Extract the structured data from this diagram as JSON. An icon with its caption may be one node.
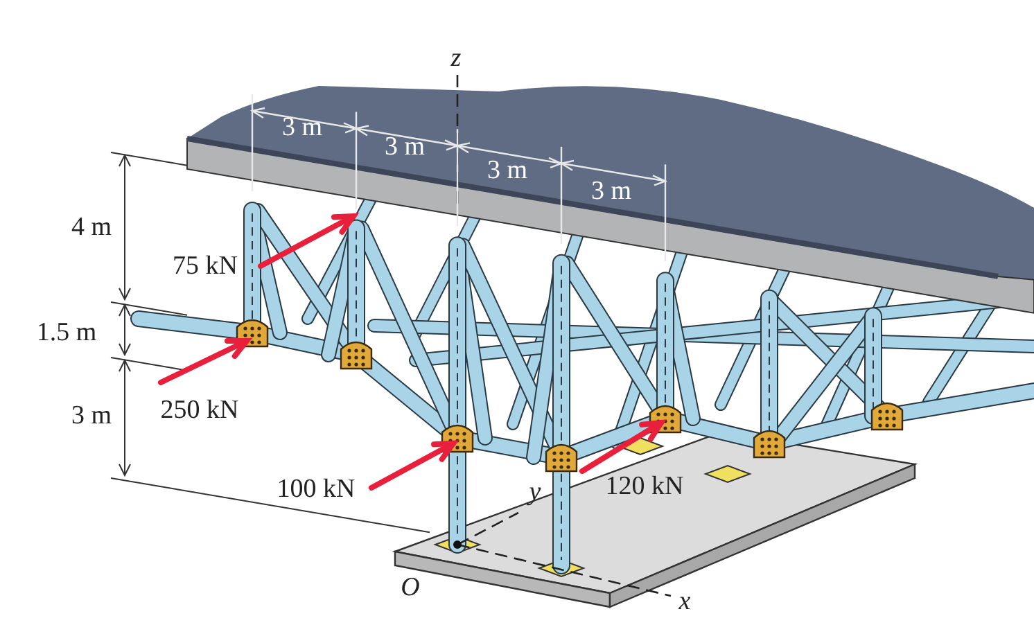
{
  "diagram": {
    "labels": [
      "z",
      "3 m",
      "3 m",
      "3 m",
      "3 m",
      "4 m",
      "75 kN",
      "1.5 m",
      "250 kN",
      "3 m",
      "100 kN",
      "120 kN",
      "y",
      "O",
      "x"
    ]
  }
}
